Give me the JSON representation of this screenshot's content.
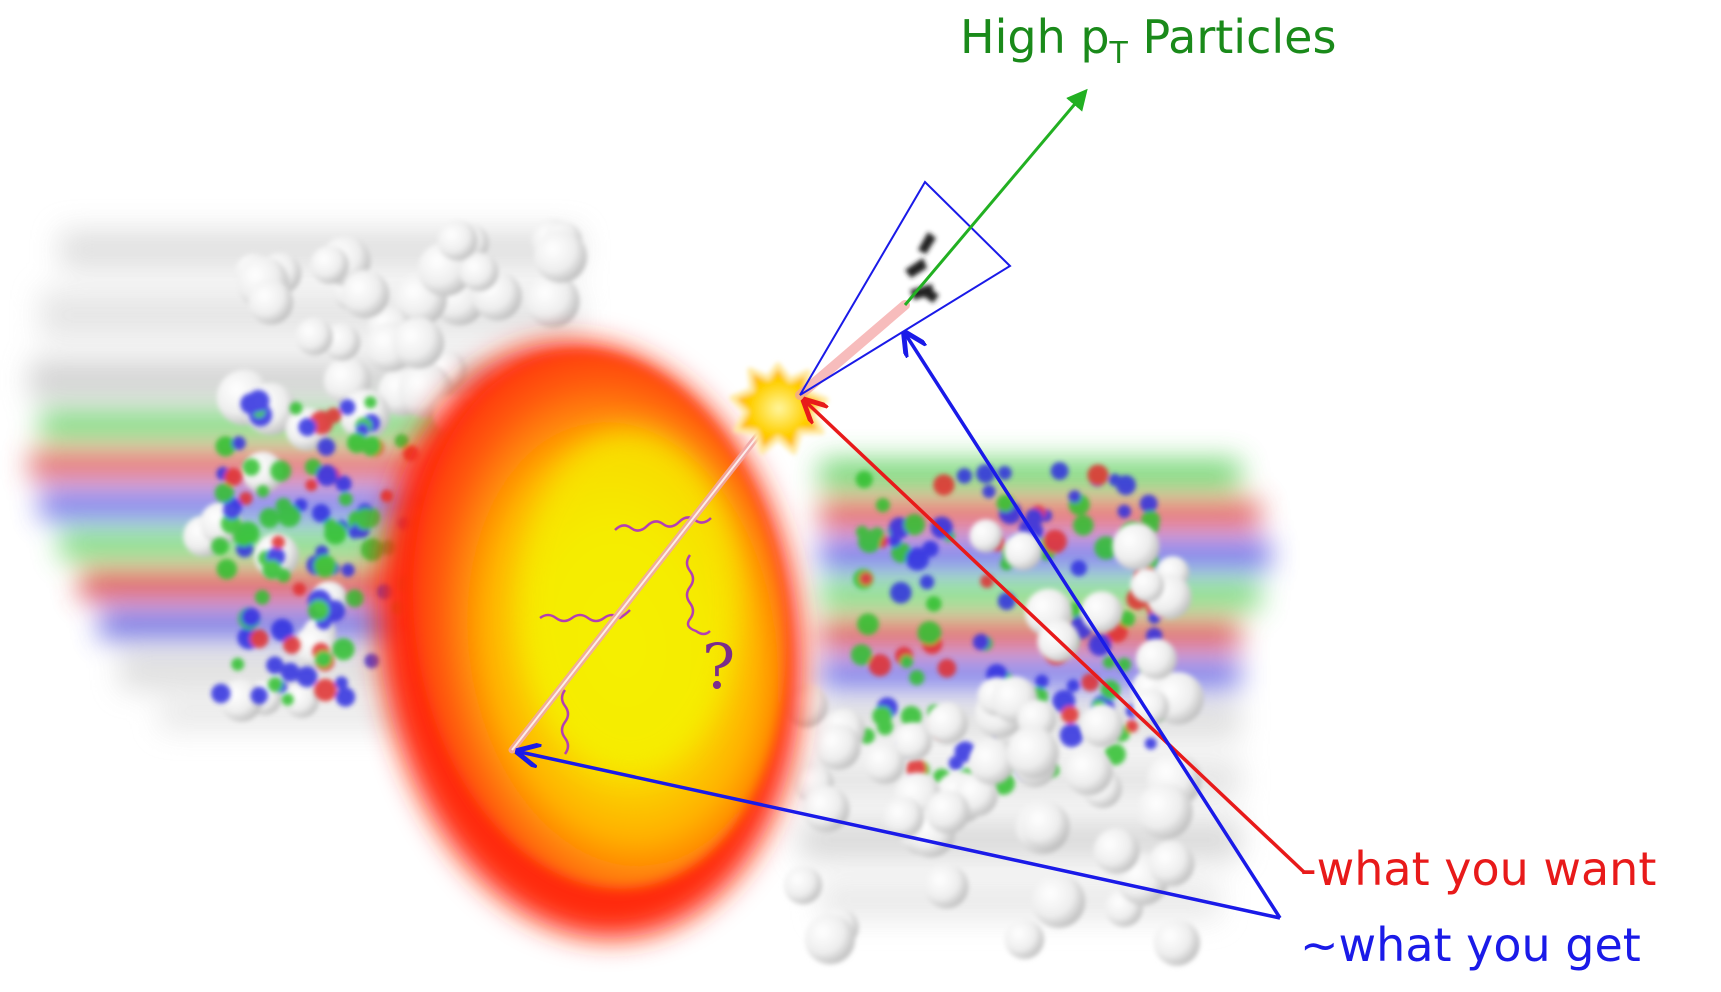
{
  "labels": {
    "title_main": "High p",
    "title_sub": "T",
    "title_rest": " Particles",
    "want": "-what you want",
    "get": "~what you get",
    "question": "?"
  },
  "colors": {
    "title": "#1a8a1a",
    "want": "#e81a1a",
    "get": "#1a1ae8",
    "jet_arrow": "#22b022",
    "question": "#7a2d8c",
    "fireball_core": "#f5f000",
    "fireball_mid": "#ffb000",
    "fireball_edge": "#ff2a10",
    "nucleon": "#ffffff",
    "gluon_line": "#b33fb3"
  },
  "icons": {
    "jet_cone": "triangle-outline",
    "hard_scatter": "starburst",
    "particle_arrow": "arrow"
  }
}
